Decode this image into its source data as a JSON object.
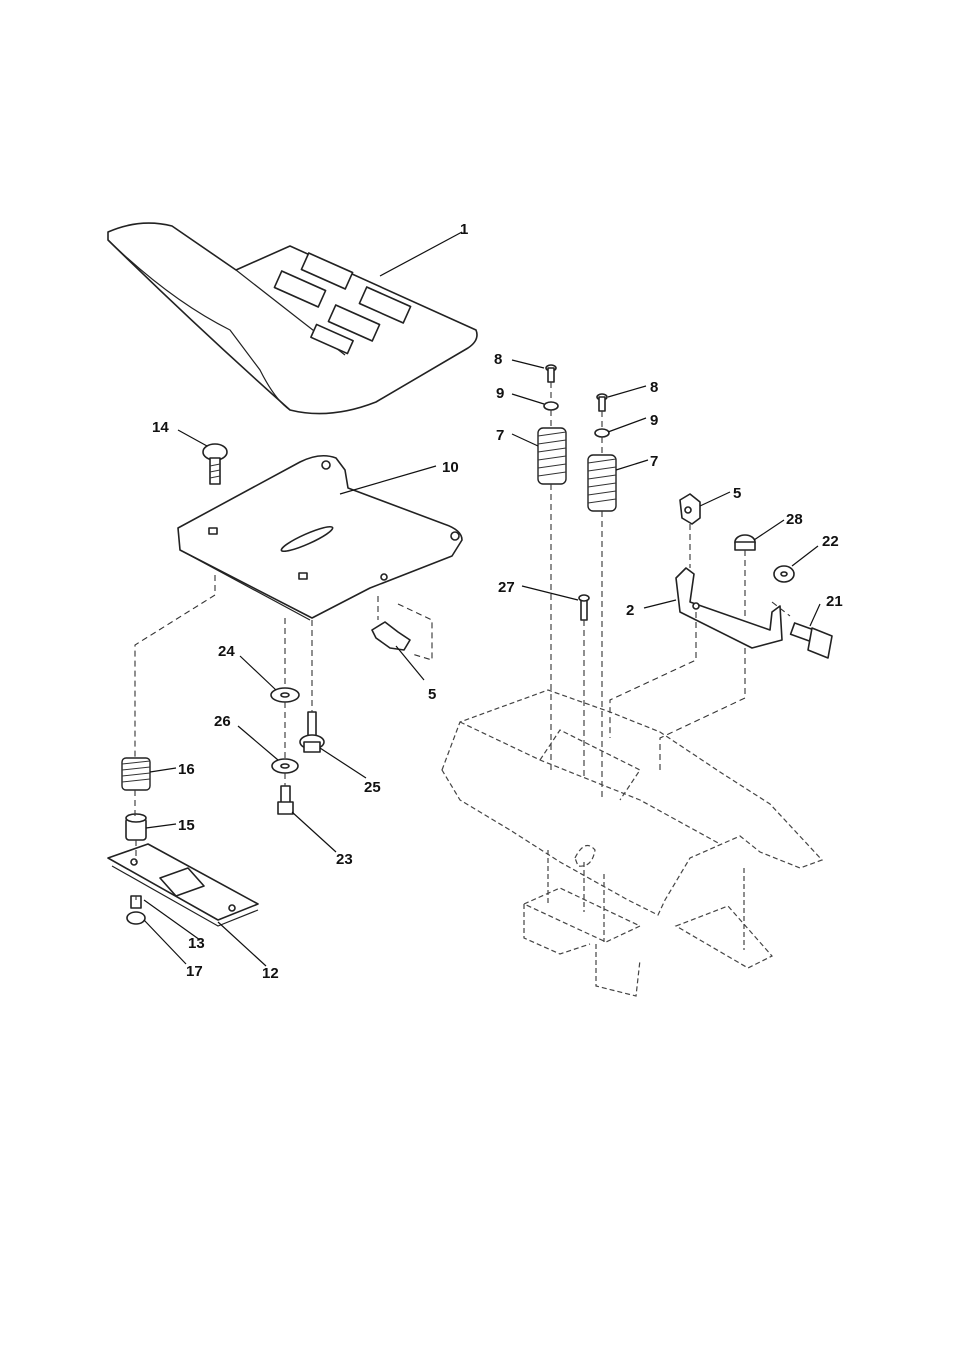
{
  "labels": {
    "seat": "1",
    "seat_pan": "10",
    "carriage_bolt": "14",
    "clip_left": "5",
    "clip_right": "5",
    "screw_left": "8",
    "screw_right": "8",
    "washer_left": "9",
    "washer_right": "9",
    "spring_left": "7",
    "spring_right": "7",
    "bracket": "2",
    "nut_28": "28",
    "nut_22": "22",
    "bolt_21": "21",
    "pin_27": "27",
    "washer_24": "24",
    "washer_26": "26",
    "bolt_25": "25",
    "bolt_23": "23",
    "spring_16": "16",
    "spacer_15": "15",
    "plate_12": "12",
    "bolt_13": "13",
    "nut_17": "17"
  },
  "colors": {
    "line": "#222222",
    "background": "#ffffff"
  }
}
